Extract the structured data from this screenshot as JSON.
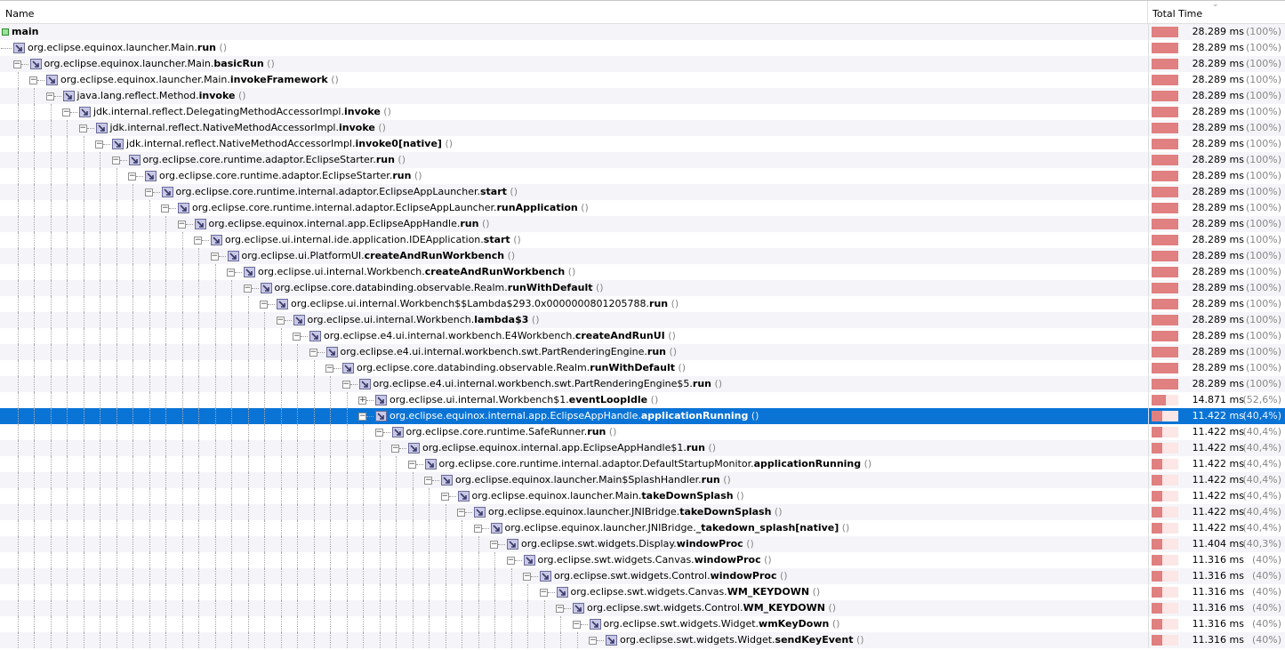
{
  "header": {
    "name": "Name",
    "total_time": "Total Time",
    "sort_icon": "chevron-down-icon"
  },
  "colors": {
    "bar": "#e08080",
    "bar_bg": "#fde6e6",
    "selection": "#0a74d6"
  },
  "rows": [
    {
      "cls": "",
      "method": "main",
      "suffix": "",
      "ms": "28.289 ms",
      "pct": "(100%)",
      "frac": 1,
      "thread": true
    },
    {
      "cls": "org.eclipse.equinox.launcher.Main.",
      "method": "run",
      "suffix": "()",
      "ms": "28.289 ms",
      "pct": "(100%)",
      "frac": 1
    },
    {
      "cls": "org.eclipse.equinox.launcher.Main.",
      "method": "basicRun",
      "suffix": "()",
      "ms": "28.289 ms",
      "pct": "(100%)",
      "frac": 1
    },
    {
      "cls": "org.eclipse.equinox.launcher.Main.",
      "method": "invokeFramework",
      "suffix": "()",
      "ms": "28.289 ms",
      "pct": "(100%)",
      "frac": 1
    },
    {
      "cls": "java.lang.reflect.Method.",
      "method": "invoke",
      "suffix": "()",
      "ms": "28.289 ms",
      "pct": "(100%)",
      "frac": 1
    },
    {
      "cls": "jdk.internal.reflect.DelegatingMethodAccessorImpl.",
      "method": "invoke",
      "suffix": "()",
      "ms": "28.289 ms",
      "pct": "(100%)",
      "frac": 1
    },
    {
      "cls": "jdk.internal.reflect.NativeMethodAccessorImpl.",
      "method": "invoke",
      "suffix": "()",
      "ms": "28.289 ms",
      "pct": "(100%)",
      "frac": 1
    },
    {
      "cls": "jdk.internal.reflect.NativeMethodAccessorImpl.",
      "method": "invoke0[native]",
      "suffix": "()",
      "ms": "28.289 ms",
      "pct": "(100%)",
      "frac": 1
    },
    {
      "cls": "org.eclipse.core.runtime.adaptor.EclipseStarter.",
      "method": "run",
      "suffix": "()",
      "ms": "28.289 ms",
      "pct": "(100%)",
      "frac": 1
    },
    {
      "cls": "org.eclipse.core.runtime.adaptor.EclipseStarter.",
      "method": "run",
      "suffix": "()",
      "ms": "28.289 ms",
      "pct": "(100%)",
      "frac": 1
    },
    {
      "cls": "org.eclipse.core.runtime.internal.adaptor.EclipseAppLauncher.",
      "method": "start",
      "suffix": "()",
      "ms": "28.289 ms",
      "pct": "(100%)",
      "frac": 1
    },
    {
      "cls": "org.eclipse.core.runtime.internal.adaptor.EclipseAppLauncher.",
      "method": "runApplication",
      "suffix": "()",
      "ms": "28.289 ms",
      "pct": "(100%)",
      "frac": 1
    },
    {
      "cls": "org.eclipse.equinox.internal.app.EclipseAppHandle.",
      "method": "run",
      "suffix": "()",
      "ms": "28.289 ms",
      "pct": "(100%)",
      "frac": 1
    },
    {
      "cls": "org.eclipse.ui.internal.ide.application.IDEApplication.",
      "method": "start",
      "suffix": "()",
      "ms": "28.289 ms",
      "pct": "(100%)",
      "frac": 1
    },
    {
      "cls": "org.eclipse.ui.PlatformUI.",
      "method": "createAndRunWorkbench",
      "suffix": "()",
      "ms": "28.289 ms",
      "pct": "(100%)",
      "frac": 1
    },
    {
      "cls": "org.eclipse.ui.internal.Workbench.",
      "method": "createAndRunWorkbench",
      "suffix": "()",
      "ms": "28.289 ms",
      "pct": "(100%)",
      "frac": 1
    },
    {
      "cls": "org.eclipse.core.databinding.observable.Realm.",
      "method": "runWithDefault",
      "suffix": "()",
      "ms": "28.289 ms",
      "pct": "(100%)",
      "frac": 1
    },
    {
      "cls": "org.eclipse.ui.internal.Workbench$$Lambda$293.0x0000000801205788.",
      "method": "run",
      "suffix": "()",
      "ms": "28.289 ms",
      "pct": "(100%)",
      "frac": 1
    },
    {
      "cls": "org.eclipse.ui.internal.Workbench.",
      "method": "lambda$3",
      "suffix": "()",
      "ms": "28.289 ms",
      "pct": "(100%)",
      "frac": 1
    },
    {
      "cls": "org.eclipse.e4.ui.internal.workbench.E4Workbench.",
      "method": "createAndRunUI",
      "suffix": "()",
      "ms": "28.289 ms",
      "pct": "(100%)",
      "frac": 1
    },
    {
      "cls": "org.eclipse.e4.ui.internal.workbench.swt.PartRenderingEngine.",
      "method": "run",
      "suffix": "()",
      "ms": "28.289 ms",
      "pct": "(100%)",
      "frac": 1
    },
    {
      "cls": "org.eclipse.core.databinding.observable.Realm.",
      "method": "runWithDefault",
      "suffix": "()",
      "ms": "28.289 ms",
      "pct": "(100%)",
      "frac": 1
    },
    {
      "cls": "org.eclipse.e4.ui.internal.workbench.swt.PartRenderingEngine$5.",
      "method": "run",
      "suffix": "()",
      "ms": "28.289 ms",
      "pct": "(100%)",
      "frac": 1
    },
    {
      "cls": "org.eclipse.ui.internal.Workbench$1.",
      "method": "eventLoopIdle",
      "suffix": "()",
      "ms": "14.871 ms",
      "pct": "(52,6%)",
      "frac": 0.526,
      "collapsed": true,
      "level": 23
    },
    {
      "cls": "org.eclipse.equinox.internal.app.EclipseAppHandle.",
      "method": "applicationRunning",
      "suffix": "()",
      "ms": "11.422 ms",
      "pct": "(40,4%)",
      "frac": 0.404,
      "selected": true,
      "level": 23
    },
    {
      "cls": "org.eclipse.core.runtime.SafeRunner.",
      "method": "run",
      "suffix": "()",
      "ms": "11.422 ms",
      "pct": "(40,4%)",
      "frac": 0.404
    },
    {
      "cls": "org.eclipse.equinox.internal.app.EclipseAppHandle$1.",
      "method": "run",
      "suffix": "()",
      "ms": "11.422 ms",
      "pct": "(40,4%)",
      "frac": 0.404
    },
    {
      "cls": "org.eclipse.core.runtime.internal.adaptor.DefaultStartupMonitor.",
      "method": "applicationRunning",
      "suffix": "()",
      "ms": "11.422 ms",
      "pct": "(40,4%)",
      "frac": 0.404
    },
    {
      "cls": "org.eclipse.equinox.launcher.Main$SplashHandler.",
      "method": "run",
      "suffix": "()",
      "ms": "11.422 ms",
      "pct": "(40,4%)",
      "frac": 0.404
    },
    {
      "cls": "org.eclipse.equinox.launcher.Main.",
      "method": "takeDownSplash",
      "suffix": "()",
      "ms": "11.422 ms",
      "pct": "(40,4%)",
      "frac": 0.404
    },
    {
      "cls": "org.eclipse.equinox.launcher.JNIBridge.",
      "method": "takeDownSplash",
      "suffix": "()",
      "ms": "11.422 ms",
      "pct": "(40,4%)",
      "frac": 0.404
    },
    {
      "cls": "org.eclipse.equinox.launcher.JNIBridge.",
      "method": "_takedown_splash[native]",
      "suffix": "()",
      "ms": "11.422 ms",
      "pct": "(40,4%)",
      "frac": 0.404
    },
    {
      "cls": "org.eclipse.swt.widgets.Display.",
      "method": "windowProc",
      "suffix": "()",
      "ms": "11.404 ms",
      "pct": "(40,3%)",
      "frac": 0.403
    },
    {
      "cls": "org.eclipse.swt.widgets.Canvas.",
      "method": "windowProc",
      "suffix": "()",
      "ms": "11.316 ms",
      "pct": "(40%)",
      "frac": 0.4
    },
    {
      "cls": "org.eclipse.swt.widgets.Control.",
      "method": "windowProc",
      "suffix": "()",
      "ms": "11.316 ms",
      "pct": "(40%)",
      "frac": 0.4
    },
    {
      "cls": "org.eclipse.swt.widgets.Canvas.",
      "method": "WM_KEYDOWN",
      "suffix": "()",
      "ms": "11.316 ms",
      "pct": "(40%)",
      "frac": 0.4
    },
    {
      "cls": "org.eclipse.swt.widgets.Control.",
      "method": "WM_KEYDOWN",
      "suffix": "()",
      "ms": "11.316 ms",
      "pct": "(40%)",
      "frac": 0.4
    },
    {
      "cls": "org.eclipse.swt.widgets.Widget.",
      "method": "wmKeyDown",
      "suffix": "()",
      "ms": "11.316 ms",
      "pct": "(40%)",
      "frac": 0.4
    },
    {
      "cls": "org.eclipse.swt.widgets.Widget.",
      "method": "sendKeyEvent",
      "suffix": "()",
      "ms": "11.316 ms",
      "pct": "(40%)",
      "frac": 0.4
    }
  ]
}
